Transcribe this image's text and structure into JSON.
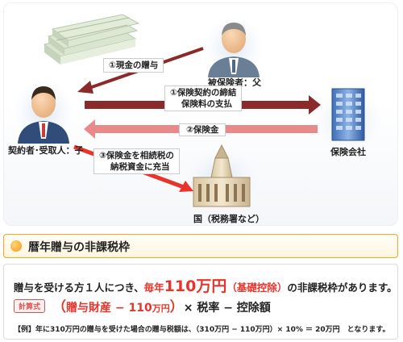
{
  "diagram": {
    "nodes": {
      "insured": "被保険者：父",
      "contractor": "契約者･受取人：子",
      "insurer": "保険会社",
      "government": "国（税務署など）"
    },
    "flows": {
      "cash_gift": "①現金の贈与",
      "contract_line1": "①保険契約の締結",
      "contract_line2": "保険料の支払",
      "payout": "②保険金",
      "tax_line1": "③保険金を相続税の",
      "tax_line2": "納税資金に充当"
    }
  },
  "section": {
    "title": "暦年贈与の非課税枠"
  },
  "info": {
    "line1_prefix": "贈与を受ける方１人につき、",
    "line1_yearly": "毎年",
    "line1_amount": "110万円",
    "line1_note": "（基礎控除）",
    "line1_suffix": "の非課税枠があります。",
    "badge": "計算式",
    "formula_open": "（",
    "formula_gift": "贈与財産",
    "formula_minus1": " − ",
    "formula_deduct_num": "110",
    "formula_deduct_unit": "万円",
    "formula_close": "）",
    "formula_rest": "× 税率 − 控除額",
    "example": "【例】年に310万円の贈与を受けた場合の贈与税額は、（310万円 − 110万円）× 10% ＝ 20万円　となります。"
  },
  "colors": {
    "accent_red": "#e8342b",
    "arrow_dark": "#8b2a2a",
    "arrow_pink": "#e88a8a",
    "section_border": "#f5a623"
  }
}
